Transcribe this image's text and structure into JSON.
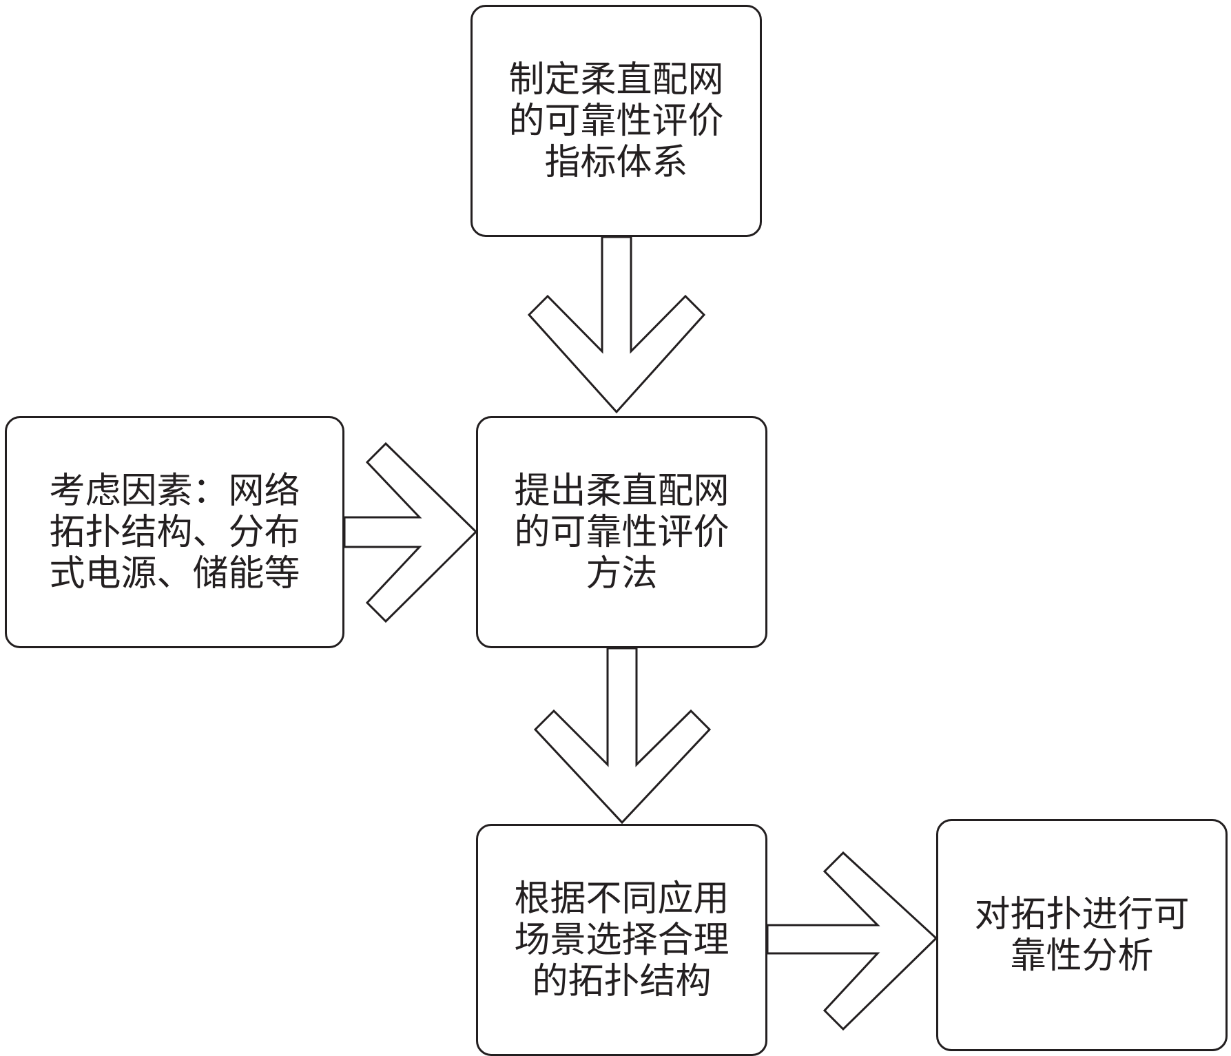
{
  "flowchart": {
    "nodes": {
      "top": "制定柔直配网\n的可靠性评价\n指标体系",
      "left": "考虑因素：网络\n拓扑结构、分布\n式电源、储能等",
      "center": "提出柔直配网\n的可靠性评价\n方法",
      "bottom": "根据不同应用\n场景选择合理\n的拓扑结构",
      "right": "对拓扑进行可\n靠性分析"
    },
    "edges": [
      {
        "from": "top",
        "to": "center"
      },
      {
        "from": "left",
        "to": "center"
      },
      {
        "from": "center",
        "to": "bottom"
      },
      {
        "from": "bottom",
        "to": "right"
      }
    ],
    "colors": {
      "stroke": "#231f20",
      "fill": "#ffffff"
    }
  }
}
